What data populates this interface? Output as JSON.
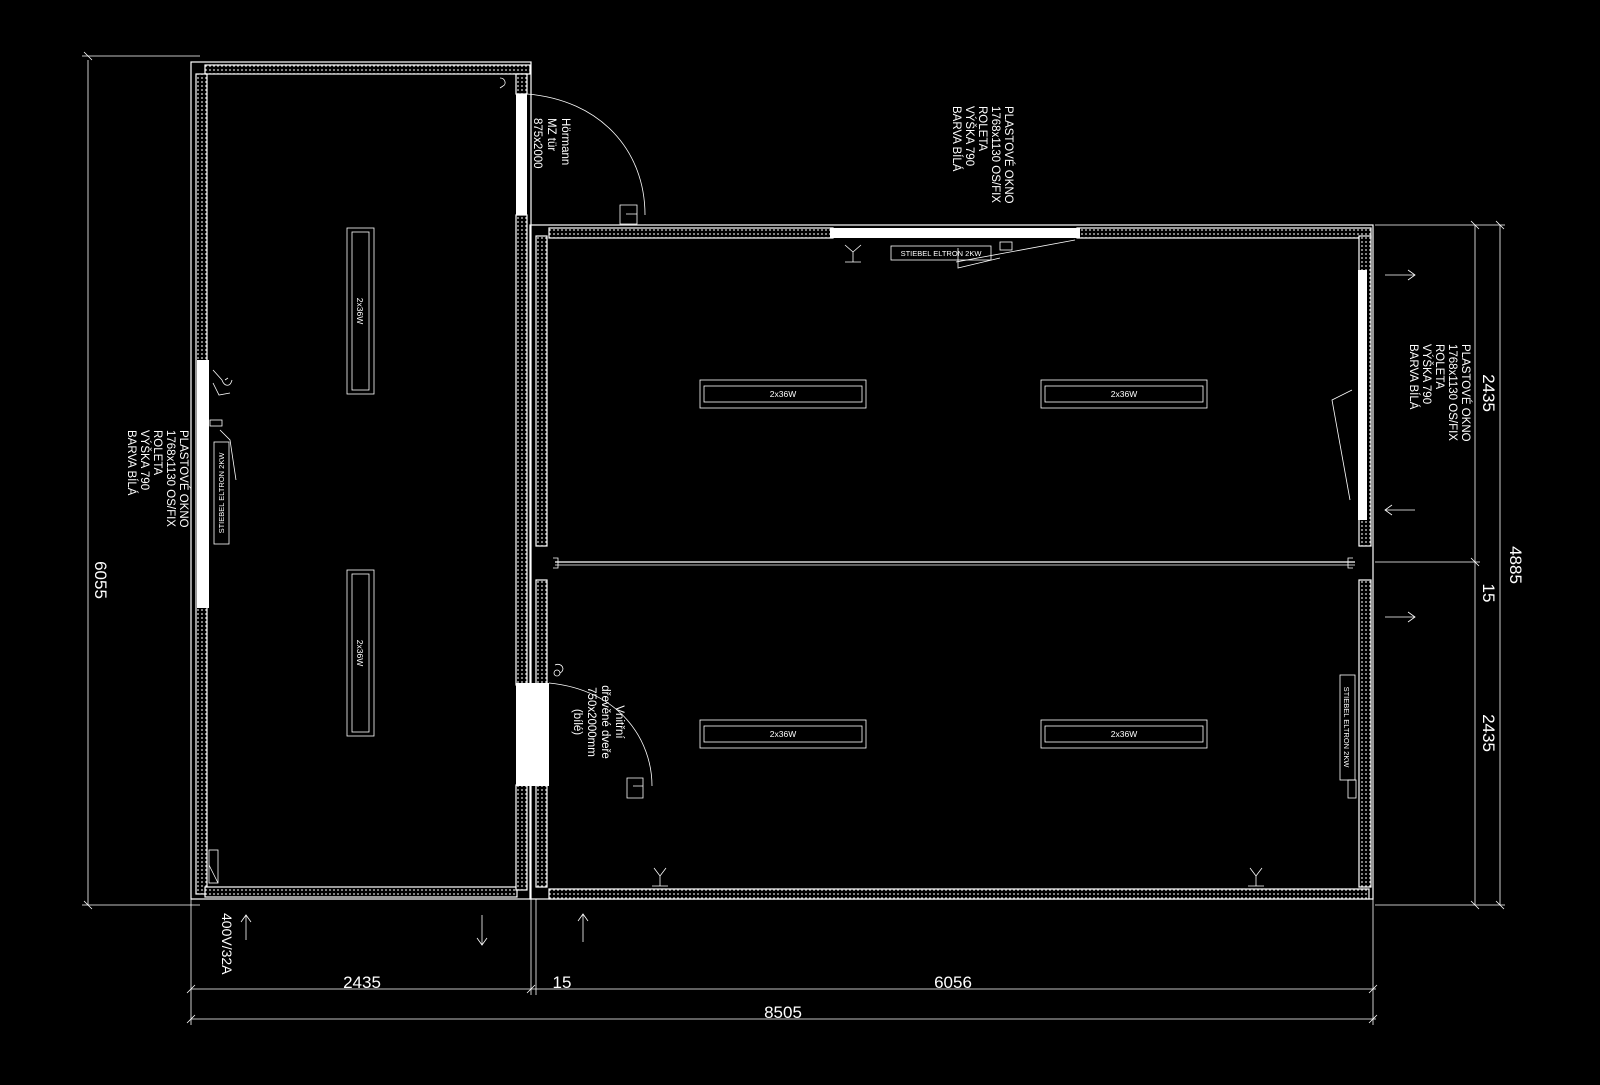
{
  "colors": {
    "background": "#000000",
    "line": "#ffffff"
  },
  "dimensions": {
    "left_height": "6055",
    "right_total": "4885",
    "right_top": "2435",
    "right_gap": "15",
    "right_bottom": "2435",
    "bottom_left": "2435",
    "bottom_gap": "15",
    "bottom_right": "6056",
    "bottom_total": "8505"
  },
  "power_label": "400V/32A",
  "exterior_door": [
    "Hörmann",
    "MZ tür",
    "875x2000"
  ],
  "interior_door": [
    "Vnitřní",
    "dřevěné dveře",
    "750x2000mm",
    "(bílé)"
  ],
  "windows": {
    "top": [
      "PLASTOVÉ OKNO",
      "1768x1130  OS/FIX",
      "ROLETA",
      "VÝŠKA 790",
      "BARVA BÍLÁ"
    ],
    "right": [
      "PLASTOVÉ OKNO",
      "1768x1130  OS/FIX",
      "ROLETA",
      "VÝŠKA 790",
      "BARVA BÍLÁ"
    ],
    "left": [
      "PLASTOVÉ OKNO",
      "1768x1130  OS/FIX",
      "ROLETA",
      "VÝŠKA 790",
      "BARVA BÍLÁ"
    ]
  },
  "heater_label": "STIEBEL ELTRON 2KW",
  "lamp_label": "2x36W"
}
